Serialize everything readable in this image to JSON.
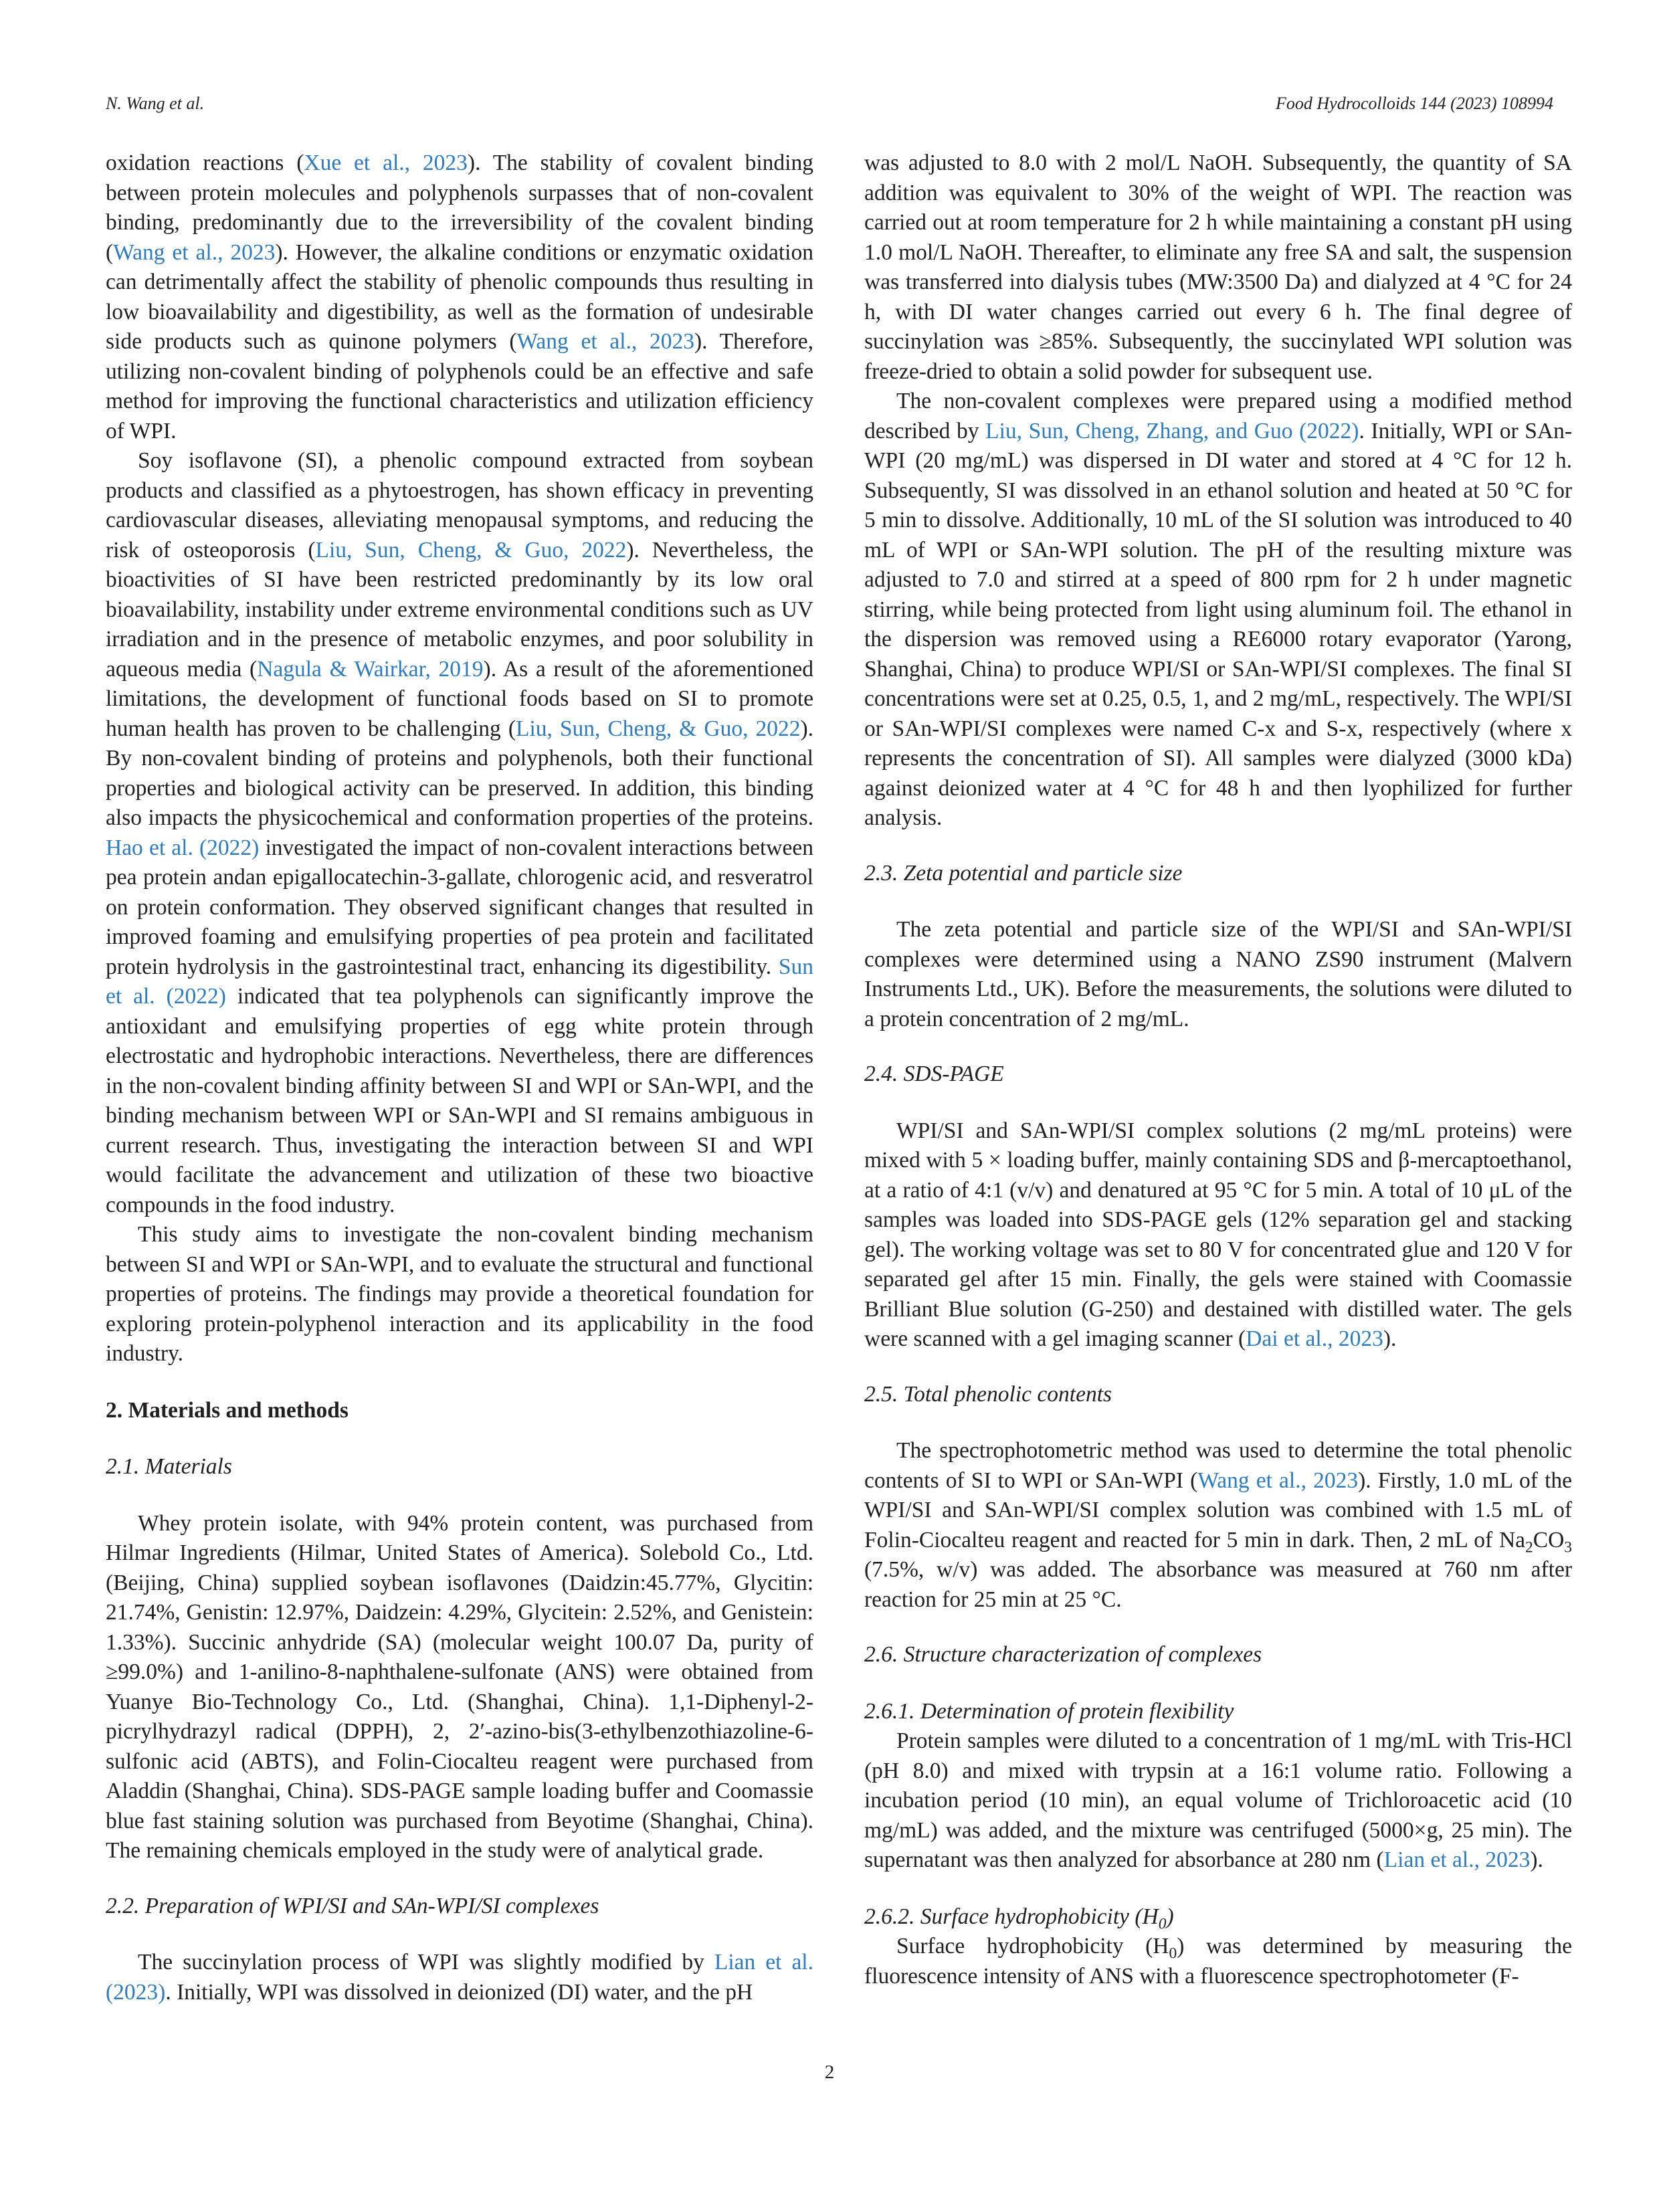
{
  "header": {
    "left": "N. Wang et al.",
    "right": "Food Hydrocolloids 144 (2023) 108994"
  },
  "left_column": {
    "p1": [
      "oxidation reactions (",
      "Xue et al., 2023",
      "). The stability of covalent binding between protein molecules and polyphenols surpasses that of non-covalent binding, predominantly due to the irreversibility of the covalent binding (",
      "Wang et al., 2023",
      "). However, the alkaline conditions or enzymatic oxidation can detrimentally affect the stability of phenolic compounds thus resulting in low bioavailability and digestibility, as well as the formation of undesirable side products such as quinone polymers (",
      "Wang et al., 2023",
      "). Therefore, utilizing non-covalent binding of polyphenols could be an effective and safe method for improving the functional characteristics and utilization efficiency of WPI."
    ],
    "p2": [
      "Soy isoflavone (SI), a phenolic compound extracted from soybean products and classified as a phytoestrogen, has shown efficacy in preventing cardiovascular diseases, alleviating menopausal symptoms, and reducing the risk of osteoporosis (",
      "Liu, Sun, Cheng, & Guo, 2022",
      "). Nevertheless, the bioactivities of SI have been restricted predominantly by its low oral bioavailability, instability under extreme environmental conditions such as UV irradiation and in the presence of metabolic enzymes, and poor solubility in aqueous media (",
      "Nagula & Wairkar, 2019",
      "). As a result of the aforementioned limitations, the development of functional foods based on SI to promote human health has proven to be challenging (",
      "Liu, Sun, Cheng, & Guo, 2022",
      "). By non-covalent binding of proteins and polyphenols, both their functional properties and biological activity can be preserved. In addition, this binding also impacts the physicochemical and conformation properties of the proteins. ",
      "Hao et al. (2022)",
      " investigated the impact of non-covalent interactions between pea protein andan epigallocatechin-3-gallate, chlorogenic acid, and resveratrol on protein conformation. They observed significant changes that resulted in improved foaming and emulsifying properties of pea protein and facilitated protein hydrolysis in the gastrointestinal tract, enhancing its digestibility. ",
      "Sun et al. (2022)",
      " indicated that tea polyphenols can significantly improve the antioxidant and emulsifying properties of egg white protein through electrostatic and hydrophobic interactions. Nevertheless, there are differences in the non-covalent binding affinity between SI and WPI or SAn-WPI, and the binding mechanism between WPI or SAn-WPI and SI remains ambiguous in current research. Thus, investigating the interaction between SI and WPI would facilitate the advancement and utilization of these two bioactive compounds in the food industry."
    ],
    "p3": "This study aims to investigate the non-covalent binding mechanism between SI and WPI or SAn-WPI, and to evaluate the structural and functional properties of proteins. The findings may provide a theoretical foundation for exploring protein-polyphenol interaction and its applicability in the food industry.",
    "sec2_title": "2. Materials and methods",
    "sec21_title": "2.1. Materials",
    "p4": "Whey protein isolate, with 94% protein content, was purchased from Hilmar Ingredients (Hilmar, United States of America). Solebold Co., Ltd. (Beijing, China) supplied soybean isoflavones (Daidzin:45.77%, Glycitin: 21.74%, Genistin: 12.97%, Daidzein: 4.29%, Glycitein: 2.52%, and Genistein: 1.33%). Succinic anhydride (SA) (molecular weight 100.07 Da, purity of ≥99.0%) and 1-anilino-8-naphthalene-sulfonate (ANS) were obtained from Yuanye Bio-Technology Co., Ltd. (Shanghai, China). 1,1-Diphenyl-2-picrylhydrazyl radical (DPPH), 2, 2′-azino-bis(3-ethylbenzothiazoline-6-sulfonic acid (ABTS), and Folin-Ciocalteu reagent were purchased from Aladdin (Shanghai, China). SDS-PAGE sample loading buffer and Coomassie blue fast staining solution was purchased from Beyotime (Shanghai, China). The remaining chemicals employed in the study were of analytical grade.",
    "sec22_title": "2.2. Preparation of WPI/SI and SAn-WPI/SI complexes",
    "p5": [
      "The succinylation process of WPI was slightly modified by ",
      "Lian et al. (2023)",
      ". Initially, WPI was dissolved in deionized (DI) water, and the pH"
    ]
  },
  "right_column": {
    "p1": "was adjusted to 8.0 with 2 mol/L NaOH. Subsequently, the quantity of SA addition was equivalent to 30% of the weight of WPI. The reaction was carried out at room temperature for 2 h while maintaining a constant pH using 1.0 mol/L NaOH. Thereafter, to eliminate any free SA and salt, the suspension was transferred into dialysis tubes (MW:3500 Da) and dialyzed at 4 °C for 24 h, with DI water changes carried out every 6 h. The final degree of succinylation was ≥85%. Subsequently, the succinylated WPI solution was freeze-dried to obtain a solid powder for subsequent use.",
    "p2": [
      "The non-covalent complexes were prepared using a modified method described by ",
      "Liu, Sun, Cheng, Zhang, and Guo (2022)",
      ". Initially, WPI or SAn-WPI (20 mg/mL) was dispersed in DI water and stored at 4 °C for 12 h. Subsequently, SI was dissolved in an ethanol solution and heated at 50 °C for 5 min to dissolve. Additionally, 10 mL of the SI solution was introduced to 40 mL of WPI or SAn-WPI solution. The pH of the resulting mixture was adjusted to 7.0 and stirred at a speed of 800 rpm for 2 h under magnetic stirring, while being protected from light using aluminum foil. The ethanol in the dispersion was removed using a RE6000 rotary evaporator (Yarong, Shanghai, China) to produce WPI/SI or SAn-WPI/SI complexes. The final SI concentrations were set at 0.25, 0.5, 1, and 2 mg/mL, respectively. The WPI/SI or SAn-WPI/SI complexes were named C-x and S-x, respectively (where x represents the concentration of SI). All samples were dialyzed (3000 kDa) against deionized water at 4 °C for 48 h and then lyophilized for further analysis."
    ],
    "sec23_title": "2.3. Zeta potential and particle size",
    "p3": "The zeta potential and particle size of the WPI/SI and SAn-WPI/SI complexes were determined using a NANO ZS90 instrument (Malvern Instruments Ltd., UK). Before the measurements, the solutions were diluted to a protein concentration of 2 mg/mL.",
    "sec24_title": "2.4. SDS-PAGE",
    "p4": [
      "WPI/SI and SAn-WPI/SI complex solutions (2 mg/mL proteins) were mixed with 5 × loading buffer, mainly containing SDS and β-mercaptoethanol, at a ratio of 4:1 (v/v) and denatured at 95 °C for 5 min. A total of 10 μL of the samples was loaded into SDS-PAGE gels (12% separation gel and stacking gel). The working voltage was set to 80 V for concentrated glue and 120 V for separated gel after 15 min. Finally, the gels were stained with Coomassie Brilliant Blue solution (G-250) and destained with distilled water. The gels were scanned with a gel imaging scanner (",
      "Dai et al., 2023",
      ")."
    ],
    "sec25_title": "2.5. Total phenolic contents",
    "p5": [
      "The spectrophotometric method was used to determine the total phenolic contents of SI to WPI or SAn-WPI (",
      "Wang et al., 2023",
      "). Firstly, 1.0 mL of the WPI/SI and SAn-WPI/SI complex solution was combined with 1.5 mL of Folin-Ciocalteu reagent and reacted for 5 min in dark. Then, 2 mL of Na",
      "2",
      "CO",
      "3",
      " (7.5%, w/v) was added. The absorbance was measured at 760 nm after reaction for 25 min at 25 °C."
    ],
    "sec26_title": "2.6. Structure characterization of complexes",
    "sec261_title": "2.6.1. Determination of protein flexibility",
    "p6": [
      "Protein samples were diluted to a concentration of 1 mg/mL with Tris-HCl (pH 8.0) and mixed with trypsin at a 16:1 volume ratio. Following a incubation period (10 min), an equal volume of Trichloroacetic acid (10 mg/mL) was added, and the mixture was centrifuged (5000×g, 25 min). The supernatant was then analyzed for absorbance at 280 nm (",
      "Lian et al., 2023",
      ")."
    ],
    "sec262_title": [
      "2.6.2. Surface hydrophobicity (H",
      "0",
      ")"
    ],
    "p7": [
      "Surface hydrophobicity (H",
      "0",
      ") was determined by measuring the fluorescence intensity of ANS with a fluorescence spectrophotometer (F-"
    ]
  },
  "page_number": "2",
  "colors": {
    "link": "#2e7bbd",
    "text": "#231f20"
  }
}
